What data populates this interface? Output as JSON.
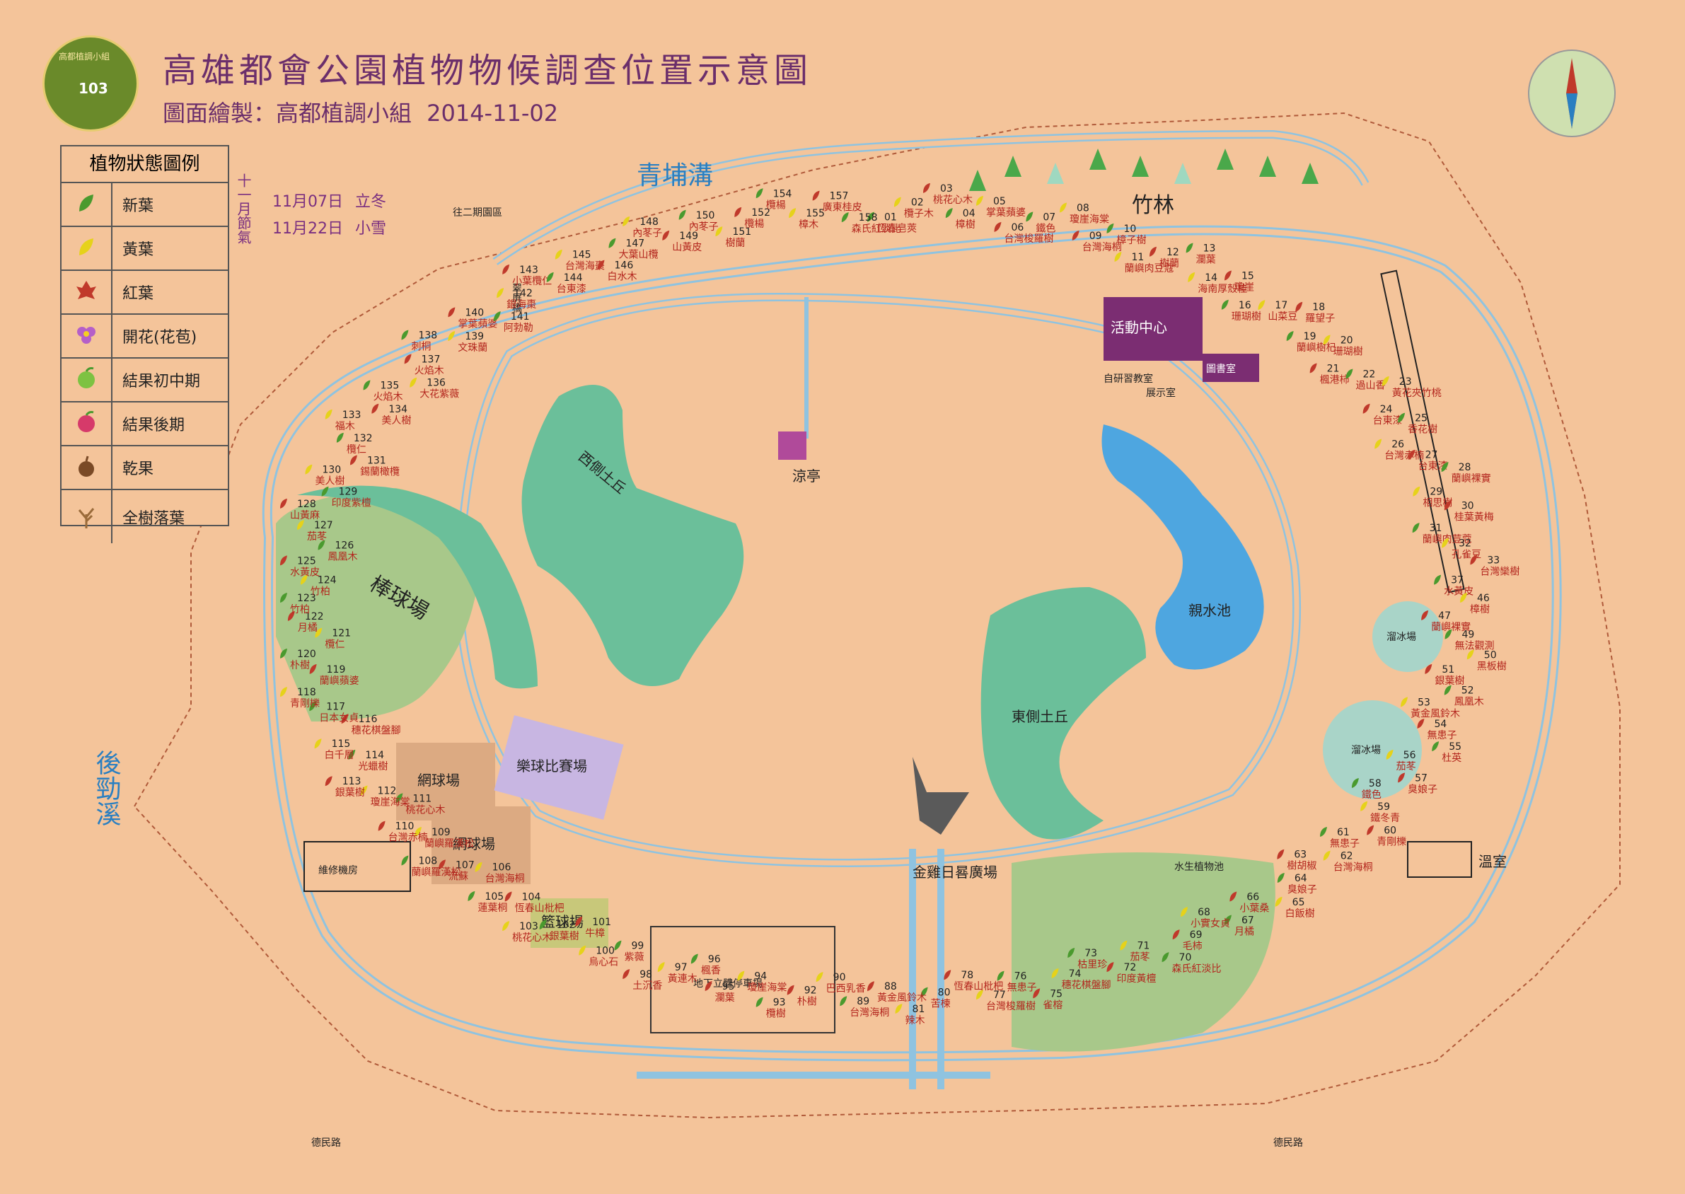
{
  "title": "高雄都會公園植物物候調查位置示意圖",
  "credit_label": "圖面繪製：高都植調小組",
  "date": "2014-11-02",
  "logo_text": "高都植調小組",
  "logo_number": "103",
  "solar_terms": {
    "heading": "十一月節氣",
    "items": [
      {
        "date": "11月07日",
        "name": "立冬"
      },
      {
        "date": "11月22日",
        "name": "小雪"
      }
    ]
  },
  "legend": {
    "title": "植物狀態圖例",
    "items": [
      {
        "label": "新葉",
        "icon": "new-leaf-icon",
        "color": "#4a9a2e"
      },
      {
        "label": "黃葉",
        "icon": "yellow-leaf-icon",
        "color": "#e6d21a"
      },
      {
        "label": "紅葉",
        "icon": "red-leaf-icon",
        "color": "#c0392b"
      },
      {
        "label": "開花(花苞)",
        "icon": "flower-icon",
        "color": "#b55fc8"
      },
      {
        "label": "結果初中期",
        "icon": "fruit-early-icon",
        "color": "#7dc242"
      },
      {
        "label": "結果後期",
        "icon": "fruit-late-icon",
        "color": "#d63a6a"
      },
      {
        "label": "乾果",
        "icon": "dry-fruit-icon",
        "color": "#7a4a26"
      },
      {
        "label": "全樹落葉",
        "icon": "bare-tree-icon",
        "color": "#9a6b3a"
      }
    ]
  },
  "areas": {
    "baseball": "棒球場",
    "tennis1": "網球場",
    "tennis2": "網球場",
    "dodgeball": "樂球比賽場",
    "basketball": "籃球場",
    "maintenance": "維修機房",
    "west_hill": "西側土丘",
    "east_hill": "東側土丘",
    "water_pond": "親水池",
    "bamboo": "竹林",
    "pavilion": "涼亭",
    "sundial": "金雞日晷廣場",
    "parking": "地下立體停車場",
    "greenhouse": "溫室",
    "skating1": "溜冰場",
    "skating2": "溜冰場",
    "aquatic": "水生植物池",
    "activity_center": "活動中心",
    "library": "圖書室",
    "exhibit": "展示室",
    "study_room": "自研習教室"
  },
  "roads": {
    "de_min_left": "德民路",
    "de_min_right": "德民路",
    "hou_jing": "後勁溪",
    "qing_pu": "青埔溝",
    "second_phase": "往二期園區",
    "cui_ping_bridge": "翠屏橋"
  },
  "trees": [
    {
      "n": "01",
      "name": "恆春皂莢"
    },
    {
      "n": "02",
      "name": "欖子木"
    },
    {
      "n": "03",
      "name": "桃花心木"
    },
    {
      "n": "04",
      "name": "樟樹"
    },
    {
      "n": "05",
      "name": "掌葉蘋婆"
    },
    {
      "n": "06",
      "name": "台灣梭羅樹"
    },
    {
      "n": "07",
      "name": "鐵色"
    },
    {
      "n": "08",
      "name": "瓊崖海棠"
    },
    {
      "n": "09",
      "name": "台灣海桐"
    },
    {
      "n": "10",
      "name": "樟子樹"
    },
    {
      "n": "11",
      "name": "蘭嶼肉豆蔻"
    },
    {
      "n": "12",
      "name": "樹蘭"
    },
    {
      "n": "13",
      "name": "瀾葉"
    },
    {
      "n": "14",
      "name": "海南厚殼桂"
    },
    {
      "n": "15",
      "name": "瓊崖"
    },
    {
      "n": "16",
      "name": "珊瑚樹"
    },
    {
      "n": "17",
      "name": "山菜豆"
    },
    {
      "n": "18",
      "name": "羅望子"
    },
    {
      "n": "19",
      "name": "蘭嶼樹杞"
    },
    {
      "n": "20",
      "name": "珊瑚樹"
    },
    {
      "n": "21",
      "name": "楓港柿"
    },
    {
      "n": "22",
      "name": "過山香"
    },
    {
      "n": "23",
      "name": "黃花夾竹桃"
    },
    {
      "n": "24",
      "name": "台東漆"
    },
    {
      "n": "25",
      "name": "香花樹"
    },
    {
      "n": "26",
      "name": "台灣赤楠"
    },
    {
      "n": "27",
      "name": "台東漆"
    },
    {
      "n": "28",
      "name": "蘭嶼裸實"
    },
    {
      "n": "29",
      "name": "相思樹"
    },
    {
      "n": "30",
      "name": "桂葉黃梅"
    },
    {
      "n": "31",
      "name": "蘭嶼肉荳蔻"
    },
    {
      "n": "32",
      "name": "孔雀豆"
    },
    {
      "n": "33",
      "name": "台灣欒樹"
    },
    {
      "n": "37",
      "name": "水黃皮"
    },
    {
      "n": "46",
      "name": "樟樹"
    },
    {
      "n": "47",
      "name": "蘭嶼裸實"
    },
    {
      "n": "49",
      "name": "無法觀測"
    },
    {
      "n": "50",
      "name": "黑板樹"
    },
    {
      "n": "51",
      "name": "銀葉樹"
    },
    {
      "n": "52",
      "name": "鳳凰木"
    },
    {
      "n": "53",
      "name": "黃金風鈴木"
    },
    {
      "n": "54",
      "name": "無患子"
    },
    {
      "n": "55",
      "name": "杜英"
    },
    {
      "n": "56",
      "name": "茄苳"
    },
    {
      "n": "57",
      "name": "臭娘子"
    },
    {
      "n": "58",
      "name": "鐵色"
    },
    {
      "n": "59",
      "name": "鐵冬青"
    },
    {
      "n": "60",
      "name": "青剛櫟"
    },
    {
      "n": "61",
      "name": "無患子"
    },
    {
      "n": "62",
      "name": "台灣海桐"
    },
    {
      "n": "63",
      "name": "樹胡椒"
    },
    {
      "n": "64",
      "name": "臭娘子"
    },
    {
      "n": "65",
      "name": "白飯樹"
    },
    {
      "n": "66",
      "name": "小葉桑"
    },
    {
      "n": "67",
      "name": "月橘"
    },
    {
      "n": "68",
      "name": "小實女貞"
    },
    {
      "n": "69",
      "name": "毛柿"
    },
    {
      "n": "70",
      "name": "森氏紅淡比"
    },
    {
      "n": "71",
      "name": "茄苳"
    },
    {
      "n": "72",
      "name": "印度黃檀"
    },
    {
      "n": "73",
      "name": "枯里珍"
    },
    {
      "n": "74",
      "name": "穗花棋盤腳"
    },
    {
      "n": "75",
      "name": "雀榕"
    },
    {
      "n": "76",
      "name": "無患子"
    },
    {
      "n": "77",
      "name": "台灣梭羅樹"
    },
    {
      "n": "78",
      "name": "恆春山枇杷"
    },
    {
      "n": "80",
      "name": "苦楝"
    },
    {
      "n": "81",
      "name": "辣木"
    },
    {
      "n": "88",
      "name": "黃金風鈴木"
    },
    {
      "n": "89",
      "name": "台灣海桐"
    },
    {
      "n": "90",
      "name": "巴西乳香"
    },
    {
      "n": "92",
      "name": "朴樹"
    },
    {
      "n": "93",
      "name": "欖樹"
    },
    {
      "n": "94",
      "name": "瓊崖海棠"
    },
    {
      "n": "95",
      "name": "瀾葉"
    },
    {
      "n": "96",
      "name": "楓香"
    },
    {
      "n": "97",
      "name": "黃連木"
    },
    {
      "n": "98",
      "name": "土沉香"
    },
    {
      "n": "99",
      "name": "紫薇"
    },
    {
      "n": "100",
      "name": "烏心石"
    },
    {
      "n": "101",
      "name": "牛樟"
    },
    {
      "n": "102",
      "name": "銀葉樹"
    },
    {
      "n": "103",
      "name": "桃花心木"
    },
    {
      "n": "104",
      "name": "恆春山枇杷"
    },
    {
      "n": "105",
      "name": "蓮葉桐"
    },
    {
      "n": "106",
      "name": "台灣海桐"
    },
    {
      "n": "107",
      "name": "流蘇"
    },
    {
      "n": "108",
      "name": "蘭嶼羅漢松"
    },
    {
      "n": "109",
      "name": "蘭嶼羅漢松"
    },
    {
      "n": "110",
      "name": "台灣赤楠"
    },
    {
      "n": "111",
      "name": "桃花心木"
    },
    {
      "n": "112",
      "name": "瓊崖海棠"
    },
    {
      "n": "113",
      "name": "銀葉樹"
    },
    {
      "n": "114",
      "name": "光蠟樹"
    },
    {
      "n": "115",
      "name": "白千層"
    },
    {
      "n": "116",
      "name": "穗花棋盤腳"
    },
    {
      "n": "117",
      "name": "日本女貞"
    },
    {
      "n": "118",
      "name": "青剛櫟"
    },
    {
      "n": "119",
      "name": "蘭嶼蘋婆"
    },
    {
      "n": "120",
      "name": "朴樹"
    },
    {
      "n": "121",
      "name": "欖仁"
    },
    {
      "n": "122",
      "name": "月橘"
    },
    {
      "n": "123",
      "name": "竹柏"
    },
    {
      "n": "124",
      "name": "竹柏"
    },
    {
      "n": "125",
      "name": "水黃皮"
    },
    {
      "n": "126",
      "name": "鳳凰木"
    },
    {
      "n": "127",
      "name": "茄苳"
    },
    {
      "n": "128",
      "name": "山黃麻"
    },
    {
      "n": "129",
      "name": "印度紫檀"
    },
    {
      "n": "130",
      "name": "美人樹"
    },
    {
      "n": "131",
      "name": "錫蘭橄欖"
    },
    {
      "n": "132",
      "name": "欖仁"
    },
    {
      "n": "133",
      "name": "福木"
    },
    {
      "n": "134",
      "name": "美人樹"
    },
    {
      "n": "135",
      "name": "火焰木"
    },
    {
      "n": "136",
      "name": "大花紫薇"
    },
    {
      "n": "137",
      "name": "火焰木"
    },
    {
      "n": "138",
      "name": "刺桐"
    },
    {
      "n": "139",
      "name": "文珠蘭"
    },
    {
      "n": "140",
      "name": "掌葉蘋婆"
    },
    {
      "n": "141",
      "name": "阿勃勒"
    },
    {
      "n": "142",
      "name": "銀海棗"
    },
    {
      "n": "143",
      "name": "小葉欖仁"
    },
    {
      "n": "144",
      "name": "台東漆"
    },
    {
      "n": "145",
      "name": "台灣海棗"
    },
    {
      "n": "146",
      "name": "白水木"
    },
    {
      "n": "147",
      "name": "大葉山欖"
    },
    {
      "n": "148",
      "name": "內苳子"
    },
    {
      "n": "149",
      "name": "山黃皮"
    },
    {
      "n": "150",
      "name": "內苳子"
    },
    {
      "n": "151",
      "name": "樹蘭"
    },
    {
      "n": "152",
      "name": "欖楊"
    },
    {
      "n": "154",
      "name": "欖楊"
    },
    {
      "n": "155",
      "name": "樟木"
    },
    {
      "n": "157",
      "name": "廣東桂皮"
    },
    {
      "n": "158",
      "name": "森氏紅淡比"
    }
  ],
  "colors": {
    "background": "#f4c49a",
    "path": "#8fc3e0",
    "hill": "#6bbf9a",
    "field": "#a8c88a",
    "building": "#7b2d72",
    "water": "#4ea6e0",
    "title": "#6b2e6b",
    "label": "#b3261e"
  }
}
